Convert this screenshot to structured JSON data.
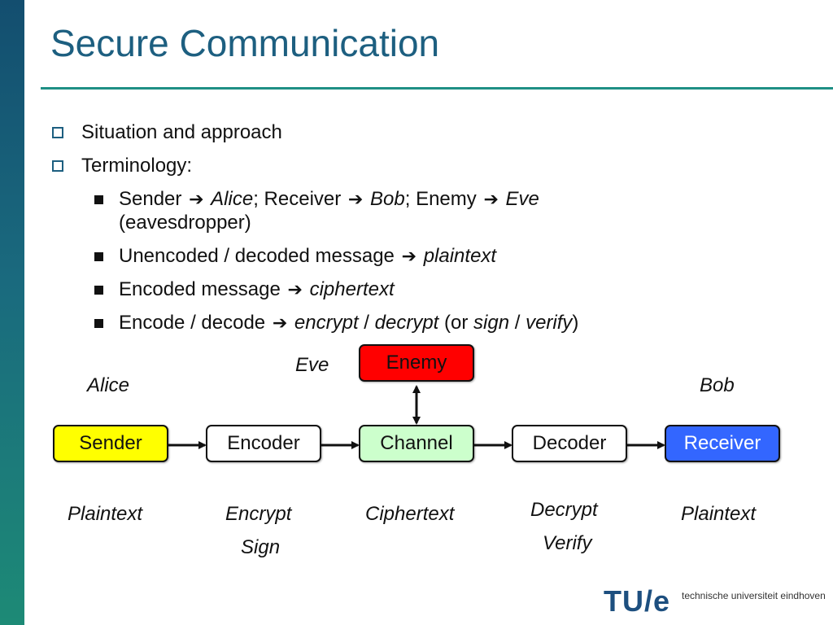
{
  "slide": {
    "title": "Secure Communication"
  },
  "bullets": {
    "b1": "Situation and approach",
    "b2": "Terminology:",
    "sender": "Sender",
    "alice": "Alice",
    "receiver_sep": "; Receiver",
    "bob": "Bob",
    "enemy_sep": "; Enemy",
    "eve": "Eve",
    "eavesdropper": "(eavesdropper)",
    "unencoded": "Unencoded / decoded message",
    "plaintext": "plaintext",
    "encoded": "Encoded message",
    "ciphertext": "ciphertext",
    "encode_decode": "Encode / decode",
    "encrypt": "encrypt",
    "slash1": " / ",
    "decrypt": "decrypt",
    "or_open": " (or ",
    "sign": "sign",
    "slash2": " / ",
    "verify": "verify",
    "close": ")",
    "arrow": "➔"
  },
  "diagram": {
    "boxes": {
      "sender": "Sender",
      "encoder": "Encoder",
      "channel": "Channel",
      "decoder": "Decoder",
      "receiver": "Receiver",
      "enemy": "Enemy"
    },
    "colors": {
      "sender": "#ffff00",
      "encoder": "#ffffff",
      "channel": "#ccffcc",
      "decoder": "#ffffff",
      "receiver": "#3366ff",
      "enemy": "#ff0000"
    },
    "names": {
      "alice": "Alice",
      "bob": "Bob",
      "eve": "Eve"
    },
    "captions": {
      "sender": "Plaintext",
      "encoder_1": "Encrypt",
      "encoder_2": "Sign",
      "channel": "Ciphertext",
      "decoder_1": "Decrypt",
      "decoder_2": "Verify",
      "receiver": "Plaintext"
    }
  },
  "footer": {
    "logo_mark": "TU/e",
    "logo_text": "technische universiteit eindhoven"
  }
}
